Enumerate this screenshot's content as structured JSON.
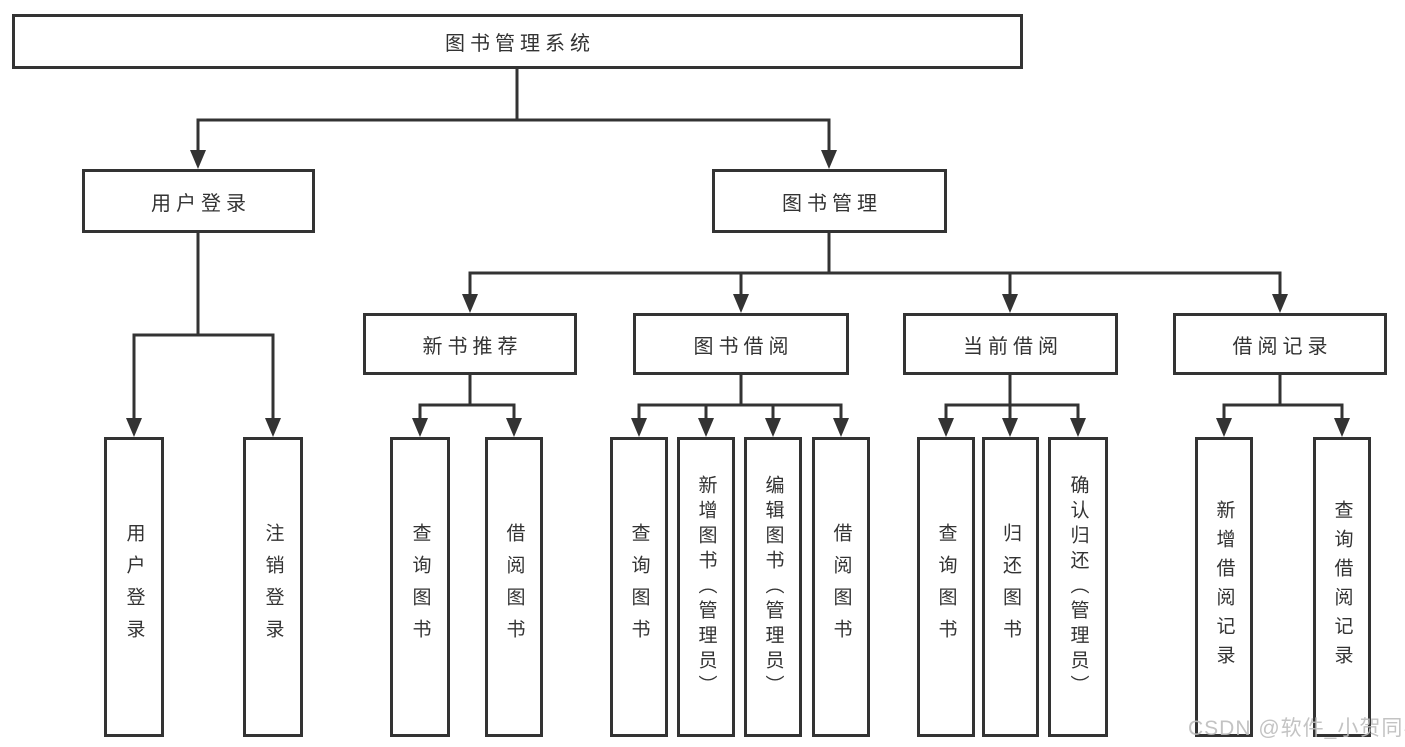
{
  "tree": {
    "root": {
      "label": "图书管理系统"
    },
    "branches": [
      {
        "label": "用户登录",
        "leaves": [
          "用户登录",
          "注销登录"
        ]
      },
      {
        "label": "图书管理",
        "groups": [
          {
            "label": "新书推荐",
            "leaves": [
              "查询图书",
              "借阅图书"
            ]
          },
          {
            "label": "图书借阅",
            "leaves": [
              "查询图书",
              "新增图书（管理员）",
              "编辑图书（管理员）",
              "借阅图书"
            ]
          },
          {
            "label": "当前借阅",
            "leaves": [
              "查询图书",
              "归还图书",
              "确认归还（管理员）"
            ]
          },
          {
            "label": "借阅记录",
            "leaves": [
              "新增借阅记录",
              "查询借阅记录"
            ]
          }
        ]
      }
    ]
  },
  "watermark": {
    "text": "CSDN @软件_小贺同学"
  },
  "colors": {
    "line": "#333333",
    "box_border": "#333333",
    "text": "#333333",
    "watermark_text": "#bdbdbd",
    "background": "#ffffff"
  }
}
